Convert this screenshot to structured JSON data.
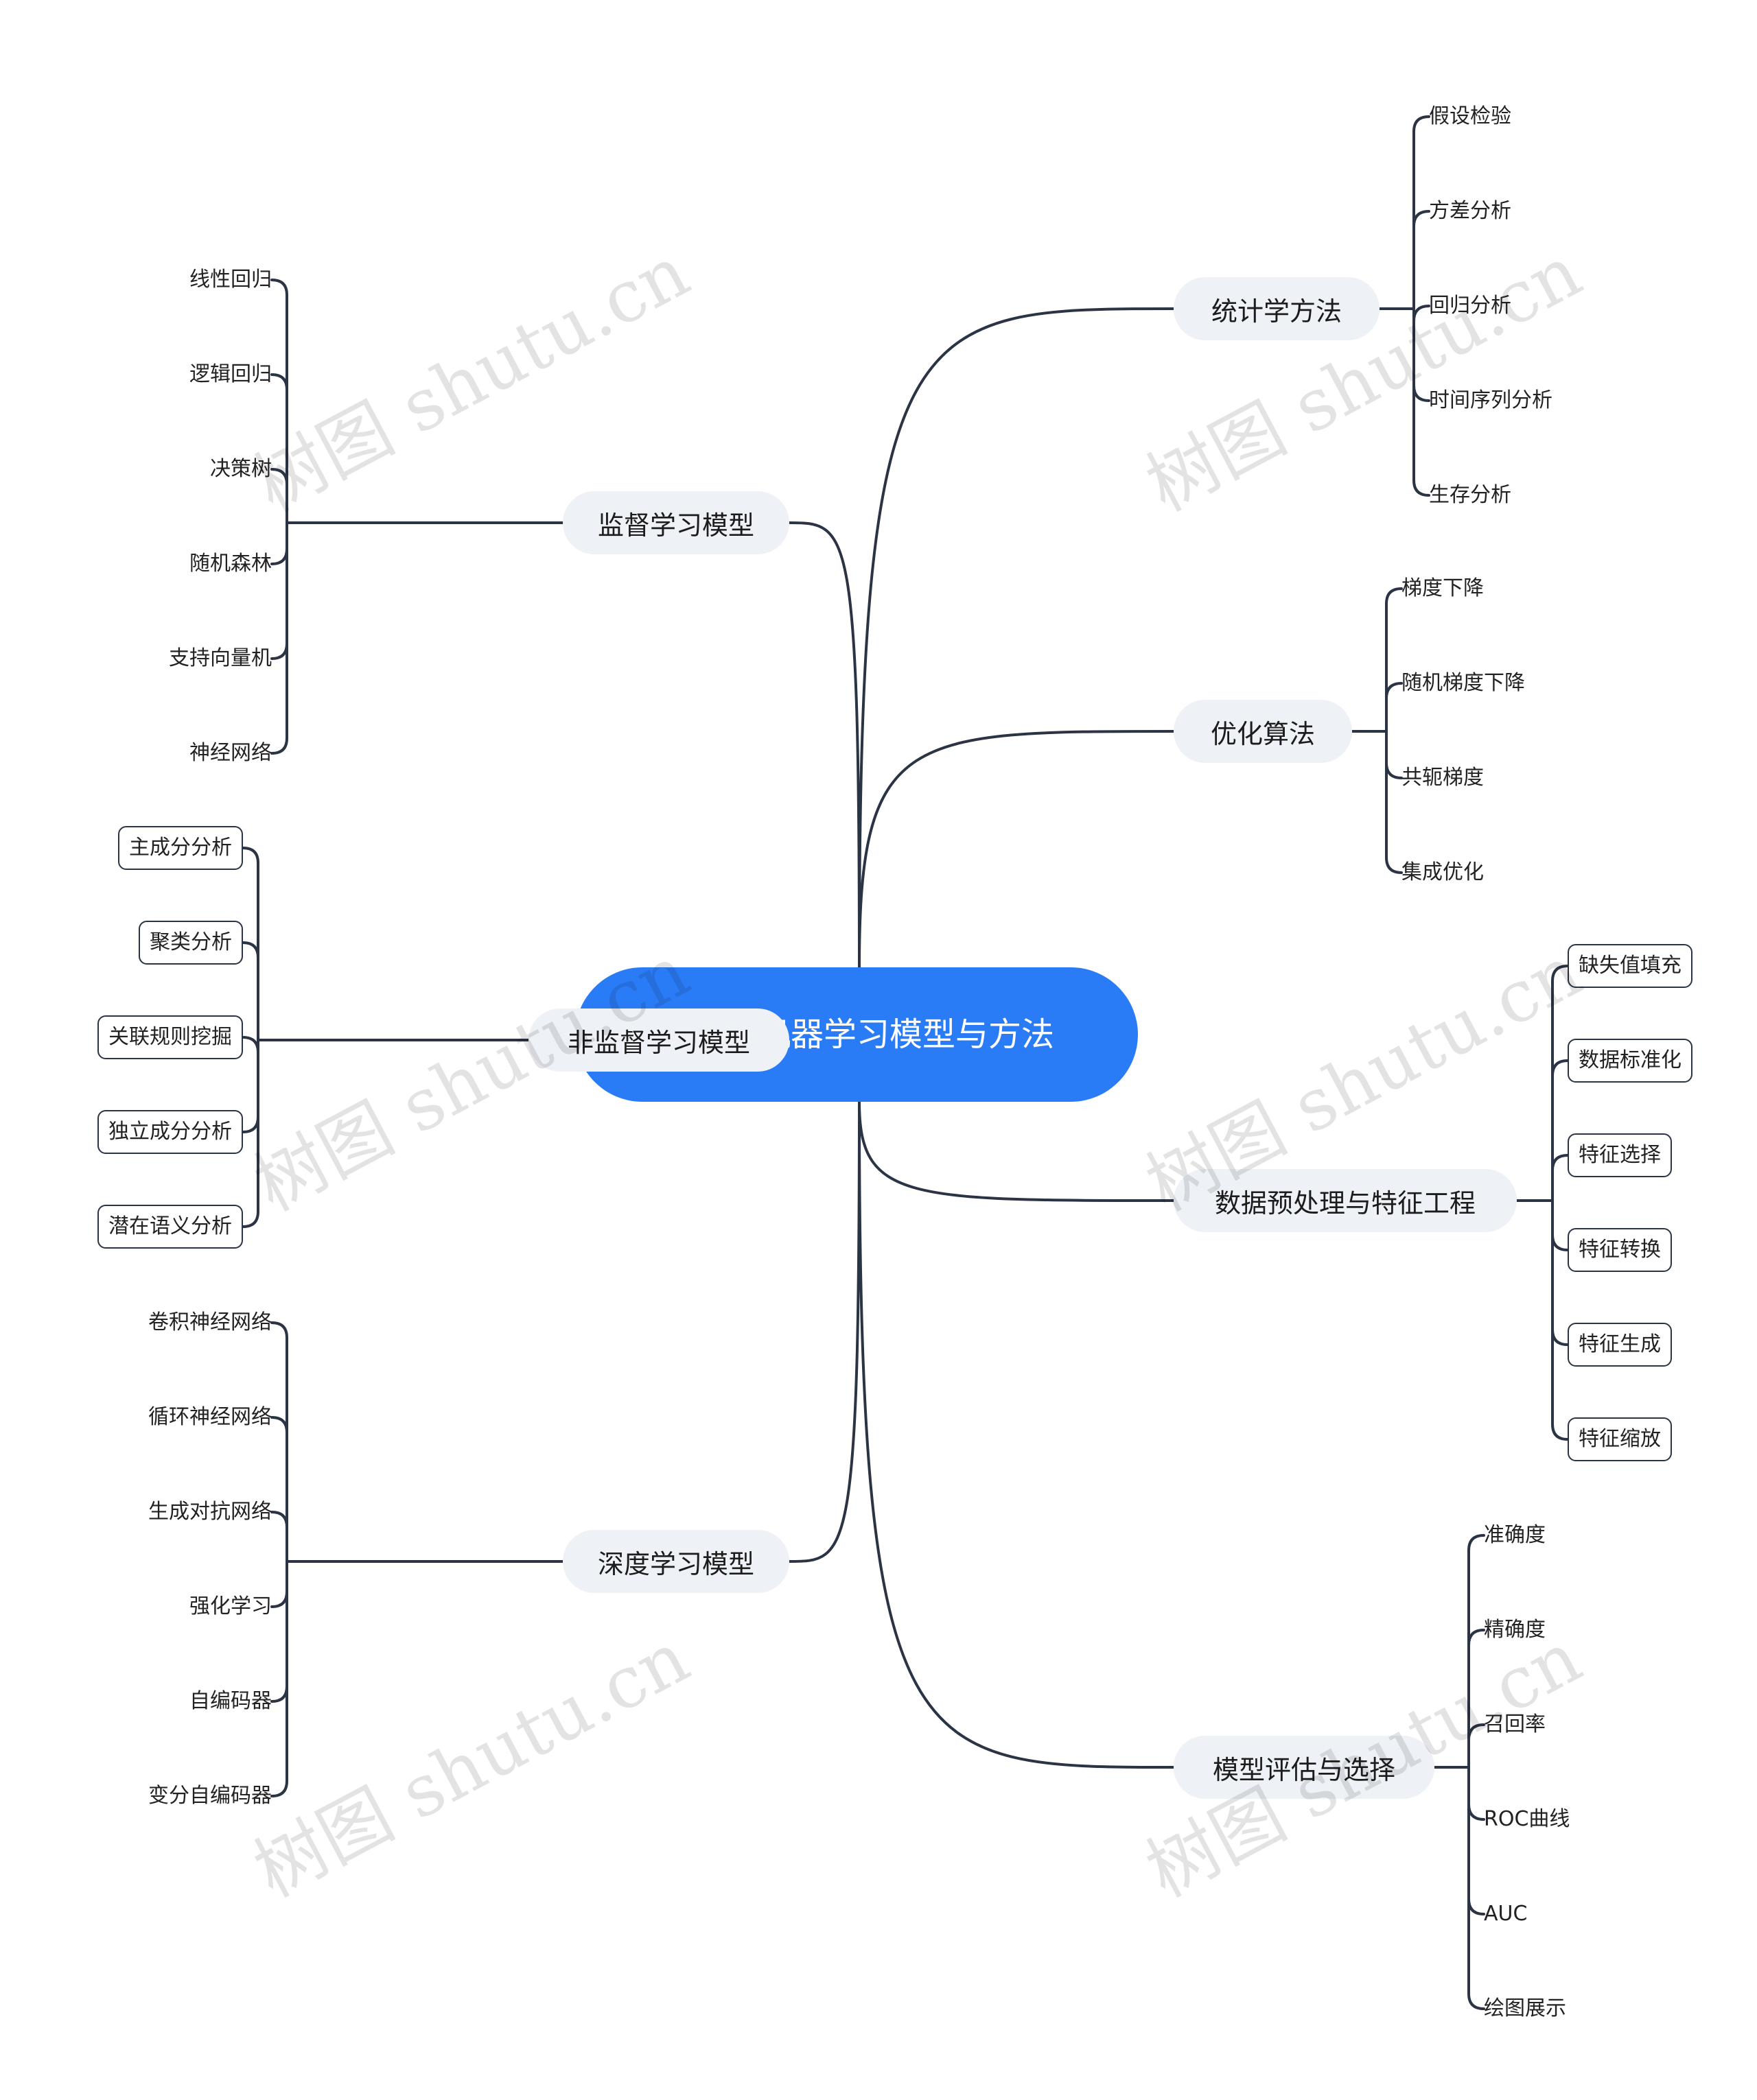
{
  "root": {
    "label": "统计与机器学习模型与方法"
  },
  "branches": {
    "stats": {
      "label": "统计学方法",
      "children": [
        "假设检验",
        "方差分析",
        "回归分析",
        "时间序列分析",
        "生存分析"
      ]
    },
    "optim": {
      "label": "优化算法",
      "children": [
        "梯度下降",
        "随机梯度下降",
        "共轭梯度",
        "集成优化"
      ]
    },
    "prep": {
      "label": "数据预处理与特征工程",
      "children": [
        "缺失值填充",
        "数据标准化",
        "特征选择",
        "特征转换",
        "特征生成",
        "特征缩放"
      ]
    },
    "eval": {
      "label": "模型评估与选择",
      "children": [
        "准确度",
        "精确度",
        "召回率",
        "ROC曲线",
        "AUC",
        "绘图展示"
      ]
    },
    "sup": {
      "label": "监督学习模型",
      "children": [
        "线性回归",
        "逻辑回归",
        "决策树",
        "随机森林",
        "支持向量机",
        "神经网络"
      ]
    },
    "unsup": {
      "label": "非监督学习模型",
      "children": [
        "主成分分析",
        "聚类分析",
        "关联规则挖掘",
        "独立成分分析",
        "潜在语义分析"
      ]
    },
    "deep": {
      "label": "深度学习模型",
      "children": [
        "卷积神经网络",
        "循环神经网络",
        "生成对抗网络",
        "强化学习",
        "自编码器",
        "变分自编码器"
      ]
    }
  },
  "watermark": "树图 shutu.cn"
}
